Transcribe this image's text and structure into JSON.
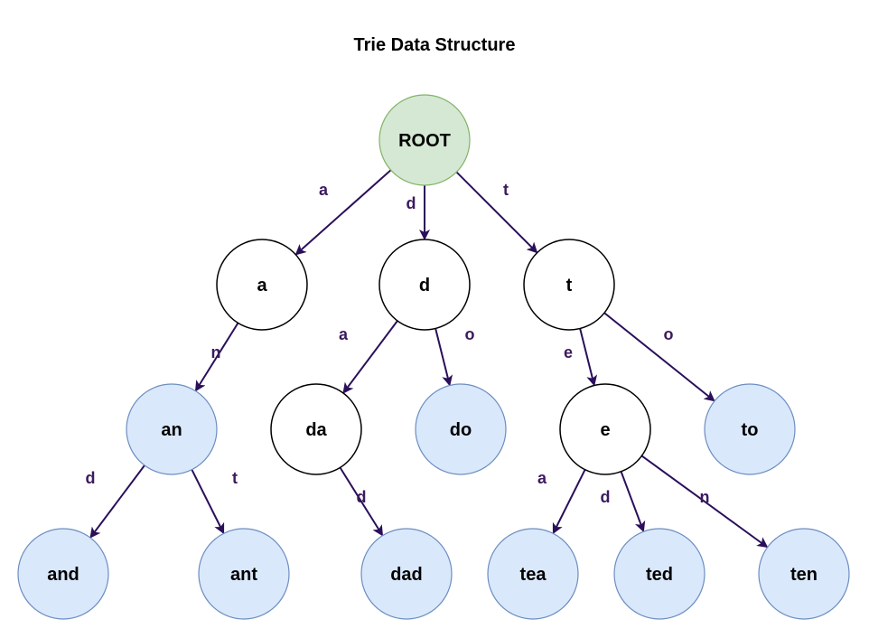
{
  "title": "Trie Data Structure",
  "colors": {
    "root_fill": "#d5e8d4",
    "root_stroke": "#82b366",
    "internal_fill": "#ffffff",
    "internal_stroke": "#000000",
    "word_fill": "#dae8fc",
    "word_stroke": "#6c8ebf",
    "edge": "#2a0f5a",
    "edge_label": "#3b1a5e"
  },
  "nodes": [
    {
      "id": "root",
      "label": "ROOT",
      "kind": "root"
    },
    {
      "id": "a",
      "label": "a",
      "kind": "internal"
    },
    {
      "id": "d",
      "label": "d",
      "kind": "internal"
    },
    {
      "id": "t",
      "label": "t",
      "kind": "internal"
    },
    {
      "id": "an",
      "label": "an",
      "kind": "word"
    },
    {
      "id": "da",
      "label": "da",
      "kind": "internal"
    },
    {
      "id": "do",
      "label": "do",
      "kind": "word"
    },
    {
      "id": "e",
      "label": "e",
      "kind": "internal"
    },
    {
      "id": "to",
      "label": "to",
      "kind": "word"
    },
    {
      "id": "and",
      "label": "and",
      "kind": "word"
    },
    {
      "id": "ant",
      "label": "ant",
      "kind": "word"
    },
    {
      "id": "dad",
      "label": "dad",
      "kind": "word"
    },
    {
      "id": "tea",
      "label": "tea",
      "kind": "word"
    },
    {
      "id": "ted",
      "label": "ted",
      "kind": "word"
    },
    {
      "id": "ten",
      "label": "ten",
      "kind": "word"
    }
  ],
  "edges": [
    {
      "from": "root",
      "to": "a",
      "label": "a"
    },
    {
      "from": "root",
      "to": "d",
      "label": "d"
    },
    {
      "from": "root",
      "to": "t",
      "label": "t"
    },
    {
      "from": "a",
      "to": "an",
      "label": "n"
    },
    {
      "from": "d",
      "to": "da",
      "label": "a"
    },
    {
      "from": "d",
      "to": "do",
      "label": "o"
    },
    {
      "from": "t",
      "to": "e",
      "label": "e"
    },
    {
      "from": "t",
      "to": "to",
      "label": "o"
    },
    {
      "from": "an",
      "to": "and",
      "label": "d"
    },
    {
      "from": "an",
      "to": "ant",
      "label": "t"
    },
    {
      "from": "da",
      "to": "dad",
      "label": "d"
    },
    {
      "from": "e",
      "to": "tea",
      "label": "a"
    },
    {
      "from": "e",
      "to": "ted",
      "label": "d"
    },
    {
      "from": "e",
      "to": "ten",
      "label": "n"
    }
  ]
}
